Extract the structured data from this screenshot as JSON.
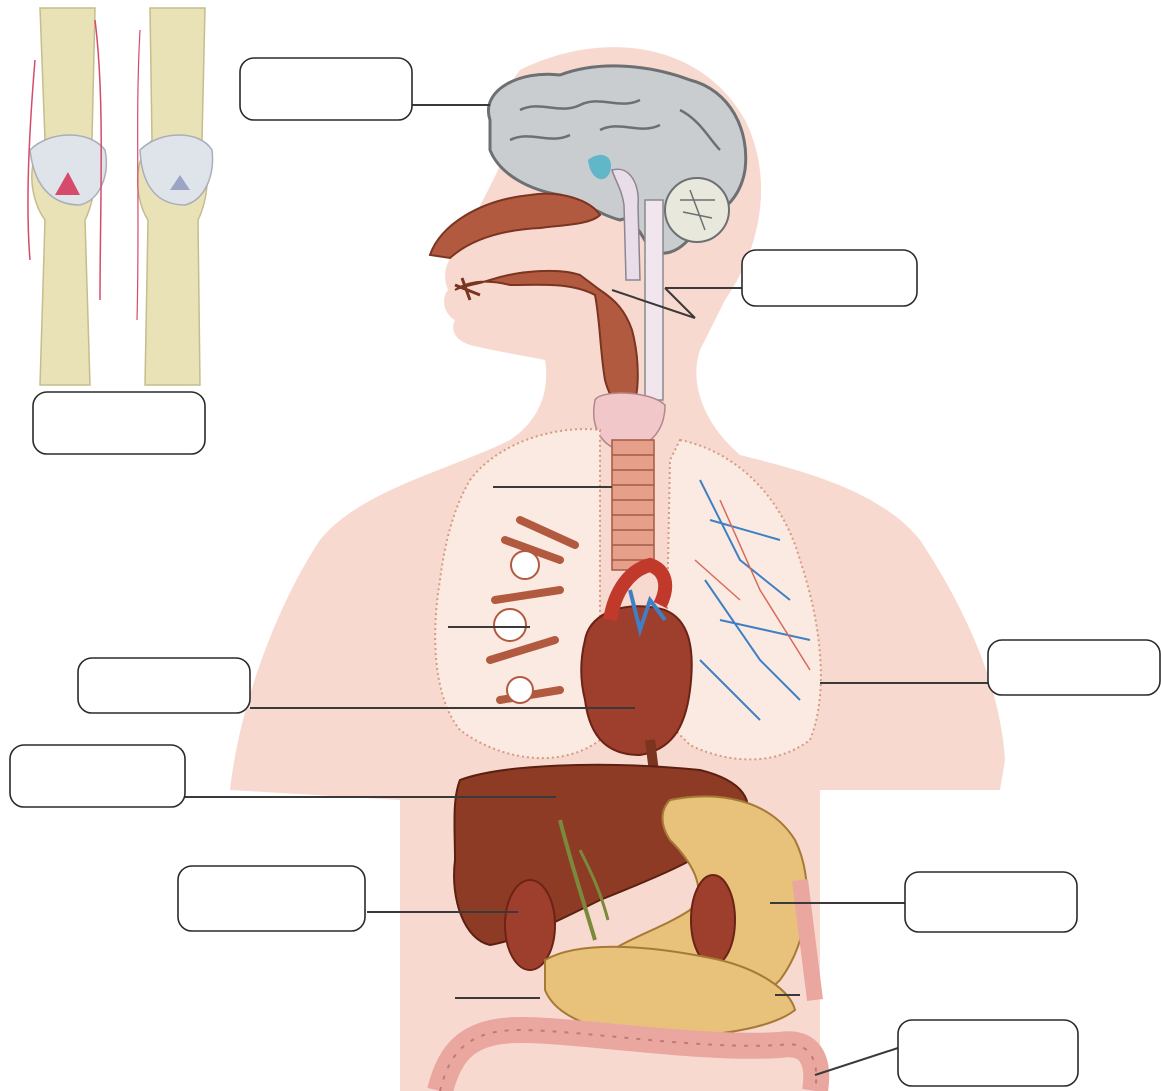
{
  "figure": {
    "label_boxes": [
      {
        "id": "brain-label-box",
        "text": ""
      },
      {
        "id": "spinal-cord-label-box",
        "text": ""
      },
      {
        "id": "knee-joint-label-box",
        "text": ""
      },
      {
        "id": "lung-label-box",
        "text": ""
      },
      {
        "id": "heart-label-box",
        "text": ""
      },
      {
        "id": "liver-label-box",
        "text": ""
      },
      {
        "id": "kidney-label-box",
        "text": ""
      },
      {
        "id": "stomach-label-box",
        "text": ""
      },
      {
        "id": "intestine-label-box",
        "text": ""
      }
    ]
  },
  "colors": {
    "body_silhouette": "#f8d9cf",
    "brain": "#c9cdd0",
    "airway": "#b25a3f",
    "lung_tissue": "#fbeae2",
    "heart": "#9e3e2c",
    "liver": "#8e3b26",
    "stomach": "#e8c27a",
    "intestine": "#e9a7a0",
    "bone": "#e9e2b6",
    "cartilage": "#dfe3ea",
    "ligament": "#d64a6b",
    "vessel_blue": "#3f7fc4"
  }
}
